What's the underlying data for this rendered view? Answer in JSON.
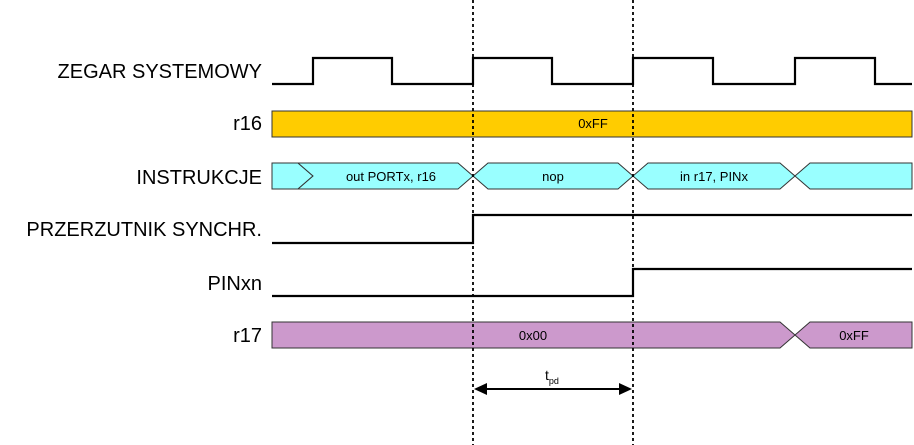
{
  "colors": {
    "r16_fill": "#FFCC00",
    "instr_fill": "#99FFFF",
    "r17_fill": "#CC99CC",
    "line": "#000000"
  },
  "signals": {
    "clock": {
      "label": "ZEGAR SYSTEMOWY"
    },
    "r16": {
      "label": "r16",
      "segments": [
        "0xFF"
      ]
    },
    "instr": {
      "label": "INSTRUKCJE",
      "segments": [
        "",
        "out PORTx, r16",
        "nop",
        "in r17, PINx",
        ""
      ]
    },
    "sync": {
      "label": "PRZERZUTNIK SYNCHR."
    },
    "pin": {
      "label": "PINxn"
    },
    "r17": {
      "label": "r17",
      "segments": [
        "0x00",
        "0xFF"
      ]
    }
  },
  "tpd": {
    "symbol": "t",
    "subscript": "pd"
  }
}
